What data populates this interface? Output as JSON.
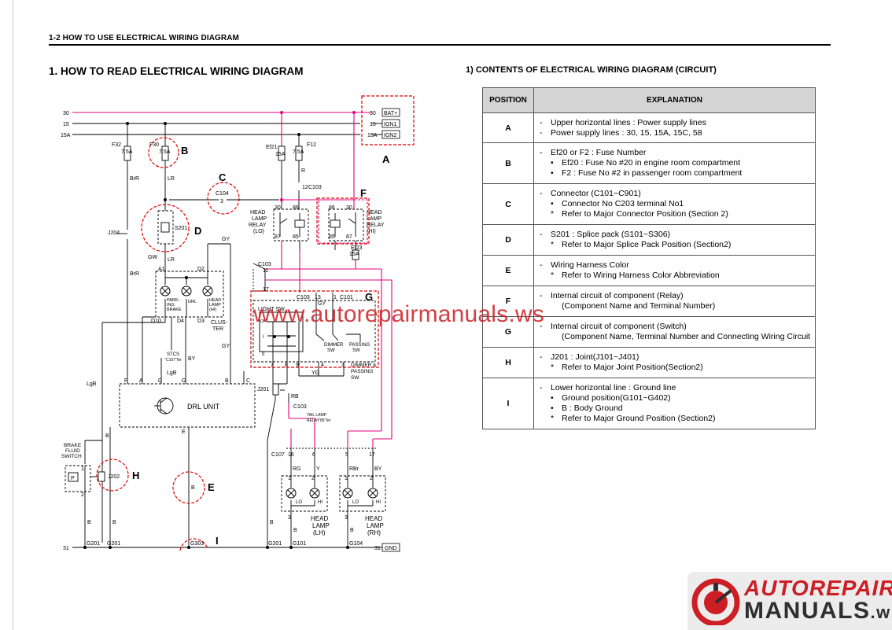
{
  "header": {
    "title": "1-2  HOW TO USE ELECTRICAL WIRING DIAGRAM"
  },
  "section_title": "1. HOW TO READ ELECTRICAL WIRING DIAGRAM",
  "subsection_title": "1)  CONTENTS OF ELECTRICAL WIRING DIAGRAM (CIRCUIT)",
  "table": {
    "headers": [
      "POSITION",
      "EXPLANATION"
    ],
    "rows": [
      {
        "pos": "A",
        "lines": [
          {
            "mark": "-",
            "text": "Upper horizontal lines : Power supply lines",
            "level": 0
          },
          {
            "mark": "-",
            "text": "Power supply lines : 30, 15, 15A, 15C, 58",
            "level": 0
          }
        ]
      },
      {
        "pos": "B",
        "lines": [
          {
            "mark": "-",
            "text": "Ef20 or F2 : Fuse Number",
            "level": 0
          },
          {
            "mark": "•",
            "text": "Ef20 : Fuse No #20 in engine room compartment",
            "level": 1
          },
          {
            "mark": "•",
            "text": "F2 : Fuse No #2 in passenger room compartment",
            "level": 1
          }
        ]
      },
      {
        "pos": "C",
        "lines": [
          {
            "mark": "-",
            "text": "Connector (C101~C901)",
            "level": 0
          },
          {
            "mark": "•",
            "text": "Connector No C203 terminal No1",
            "level": 1
          },
          {
            "mark": "*",
            "text": "Refer to Major Connector Position (Section 2)",
            "level": 1
          }
        ]
      },
      {
        "pos": "D",
        "lines": [
          {
            "mark": "-",
            "text": "S201 : Splice pack (S101~S306)",
            "level": 0
          },
          {
            "mark": "*",
            "text": "Refer to Major Splice Pack Position (Section2)",
            "level": 1
          }
        ]
      },
      {
        "pos": "E",
        "lines": [
          {
            "mark": "-",
            "text": "Wiring Harness Color",
            "level": 0
          },
          {
            "mark": "*",
            "text": "Refer to Wiring Harness Color Abbreviation",
            "level": 1
          }
        ]
      },
      {
        "pos": "F",
        "lines": [
          {
            "mark": "-",
            "text": "Internal circuit of component (Relay)",
            "level": 0
          },
          {
            "mark": "",
            "text": "(Component Name and Terminal Number)",
            "level": 2
          }
        ]
      },
      {
        "pos": "G",
        "lines": [
          {
            "mark": "-",
            "text": "Internal circuit of component (Switch)",
            "level": 0
          },
          {
            "mark": "",
            "text": "(Component Name, Terminal Number and Connecting Wiring Circuit)",
            "level": 2
          }
        ]
      },
      {
        "pos": "H",
        "lines": [
          {
            "mark": "-",
            "text": "J201 : Joint(J101~J401)",
            "level": 0
          },
          {
            "mark": "*",
            "text": "Refer to Major Joint Position(Section2)",
            "level": 1
          }
        ]
      },
      {
        "pos": "I",
        "lines": [
          {
            "mark": "-",
            "text": "Lower horizontal line : Ground line",
            "level": 0
          },
          {
            "mark": "•",
            "text": "Ground position(G101~G402)",
            "level": 1
          },
          {
            "mark": "•",
            "text": "B : Body Ground",
            "level": 1
          },
          {
            "mark": "*",
            "text": "Refer to Major Ground Position (Section2)",
            "level": 1
          }
        ]
      }
    ]
  },
  "diagram": {
    "power_lines": [
      "30",
      "15",
      "15A"
    ],
    "power_terminals": [
      "BAT+",
      "IGN1",
      "IGN2"
    ],
    "fuses": {
      "f32": "F32",
      "f32_rating": "7.5A",
      "f30": "F30",
      "f30_rating": "7.5A",
      "ef21": "Ef21",
      "ef21_rating": "15A",
      "f12": "F12",
      "f12_rating": "7.5A",
      "ef23": "Ef23",
      "ef23_rating": "15A"
    },
    "position_labels": [
      "A",
      "B",
      "C",
      "D",
      "E",
      "F",
      "G",
      "H",
      "I"
    ],
    "connectors": {
      "c104": "C104",
      "c104_pin": "3",
      "c103": "C103",
      "c103_pin_top": "12",
      "c101": "C101",
      "c107": "C107"
    },
    "splices": {
      "s201": "S201",
      "j204": "J204",
      "j201": "J201",
      "j202": "J202"
    },
    "relays": {
      "lo": [
        "HEAD",
        "LAMP",
        "RELAY",
        "(LO)"
      ],
      "hi": [
        "HEAD",
        "LAMP",
        "RELAY",
        "(HI)"
      ],
      "pins": [
        "30",
        "86",
        "87",
        "85"
      ]
    },
    "cluster": {
      "pins_top": [
        "A1",
        "D2"
      ],
      "pins_bottom": [
        "D10",
        "D4",
        "D3"
      ],
      "lamp_labels": [
        "PARK-",
        "ING",
        "BRAKE",
        "DRL",
        "HEAD",
        "LAMP",
        "(HI)"
      ],
      "label": [
        "CLUS-",
        "TER"
      ]
    },
    "drl_unit": {
      "label": "DRL UNIT",
      "pins": [
        "F",
        "A",
        "D",
        "G",
        "B",
        "C"
      ],
      "bottom_pin": "E"
    },
    "switch": {
      "light_sw": "LIGHT SW",
      "positions": [
        "OFF",
        "I",
        "II"
      ],
      "dimmer": [
        "DIMMER",
        "SW"
      ],
      "passing": [
        "PASSING",
        "SW"
      ],
      "combo": [
        "DIMMER &",
        "PASSING",
        "SW"
      ],
      "pins_top": [
        "13",
        "1",
        "2"
      ],
      "pins_bottom": [
        "7",
        "8",
        "9",
        "4",
        "3"
      ]
    },
    "wires": {
      "brr": "BrR",
      "lr": "LR",
      "gy": "GY",
      "gw": "GW",
      "lgb": "LgB",
      "by": "BY",
      "b": "B",
      "r": "R",
      "rb": "RB",
      "yg": "YG",
      "rg": "RG",
      "y": "Y",
      "rbr": "RBr"
    },
    "stcs": [
      "STCS",
      "'C107'Ter"
    ],
    "tail_lamp": [
      "TAIL LAMP",
      "RELAY'85'Ter"
    ],
    "brake_fluid": [
      "BRAKE",
      "FLUID",
      "SWITCH"
    ],
    "head_lamp_lh": [
      "HEAD",
      "LAMP",
      "(LH)"
    ],
    "head_lamp_rh": [
      "HEAD",
      "LAMP",
      "(RH)"
    ],
    "lamp_modes": [
      "LO",
      "HI"
    ],
    "c107_pins": [
      "16",
      "6",
      "5",
      "17"
    ],
    "grounds": [
      "G201",
      "G201",
      "G303",
      "G201",
      "G101",
      "G104"
    ],
    "ground_line": "31",
    "gnd_label": "GND"
  },
  "watermark": "www.autorepairmanuals.ws",
  "logo": {
    "line1": "AUTOREPAIR",
    "line2": "MANUALS",
    "line2_suffix": ".ws"
  },
  "colors": {
    "power": "#e4007f",
    "watermark": "#cc1e24",
    "marker": "#e00000"
  }
}
